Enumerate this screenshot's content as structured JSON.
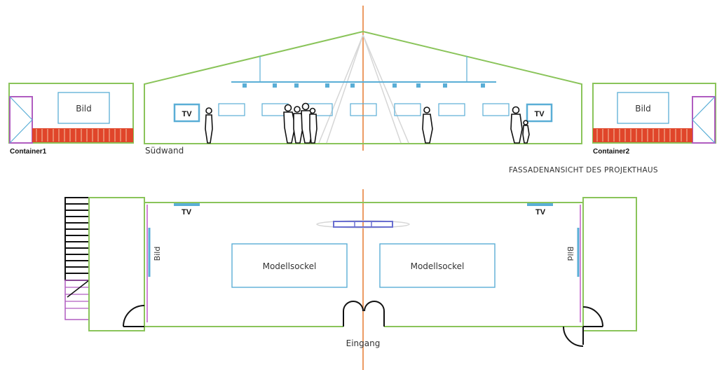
{
  "colors": {
    "wall": "#8ac45a",
    "axis": "#e8823c",
    "frame": "#5aaed6",
    "door": "#b05cc0",
    "bench": "#e0452a",
    "ink": "#222222"
  },
  "elevation": {
    "heading": "FASSADENANSICHT DES PROJEKTHAUS",
    "wall_label": "Südwand",
    "container1": {
      "name": "Container1",
      "picture": "Bild"
    },
    "container2": {
      "name": "Container2",
      "picture": "Bild"
    },
    "tv_left": "TV",
    "tv_right": "TV"
  },
  "plan": {
    "tv_left": "TV",
    "tv_right": "TV",
    "picture_left": "Bild",
    "picture_right": "Bild",
    "pedestal_left": "Modellsockel",
    "pedestal_right": "Modellsockel",
    "entrance": "Eingang"
  }
}
